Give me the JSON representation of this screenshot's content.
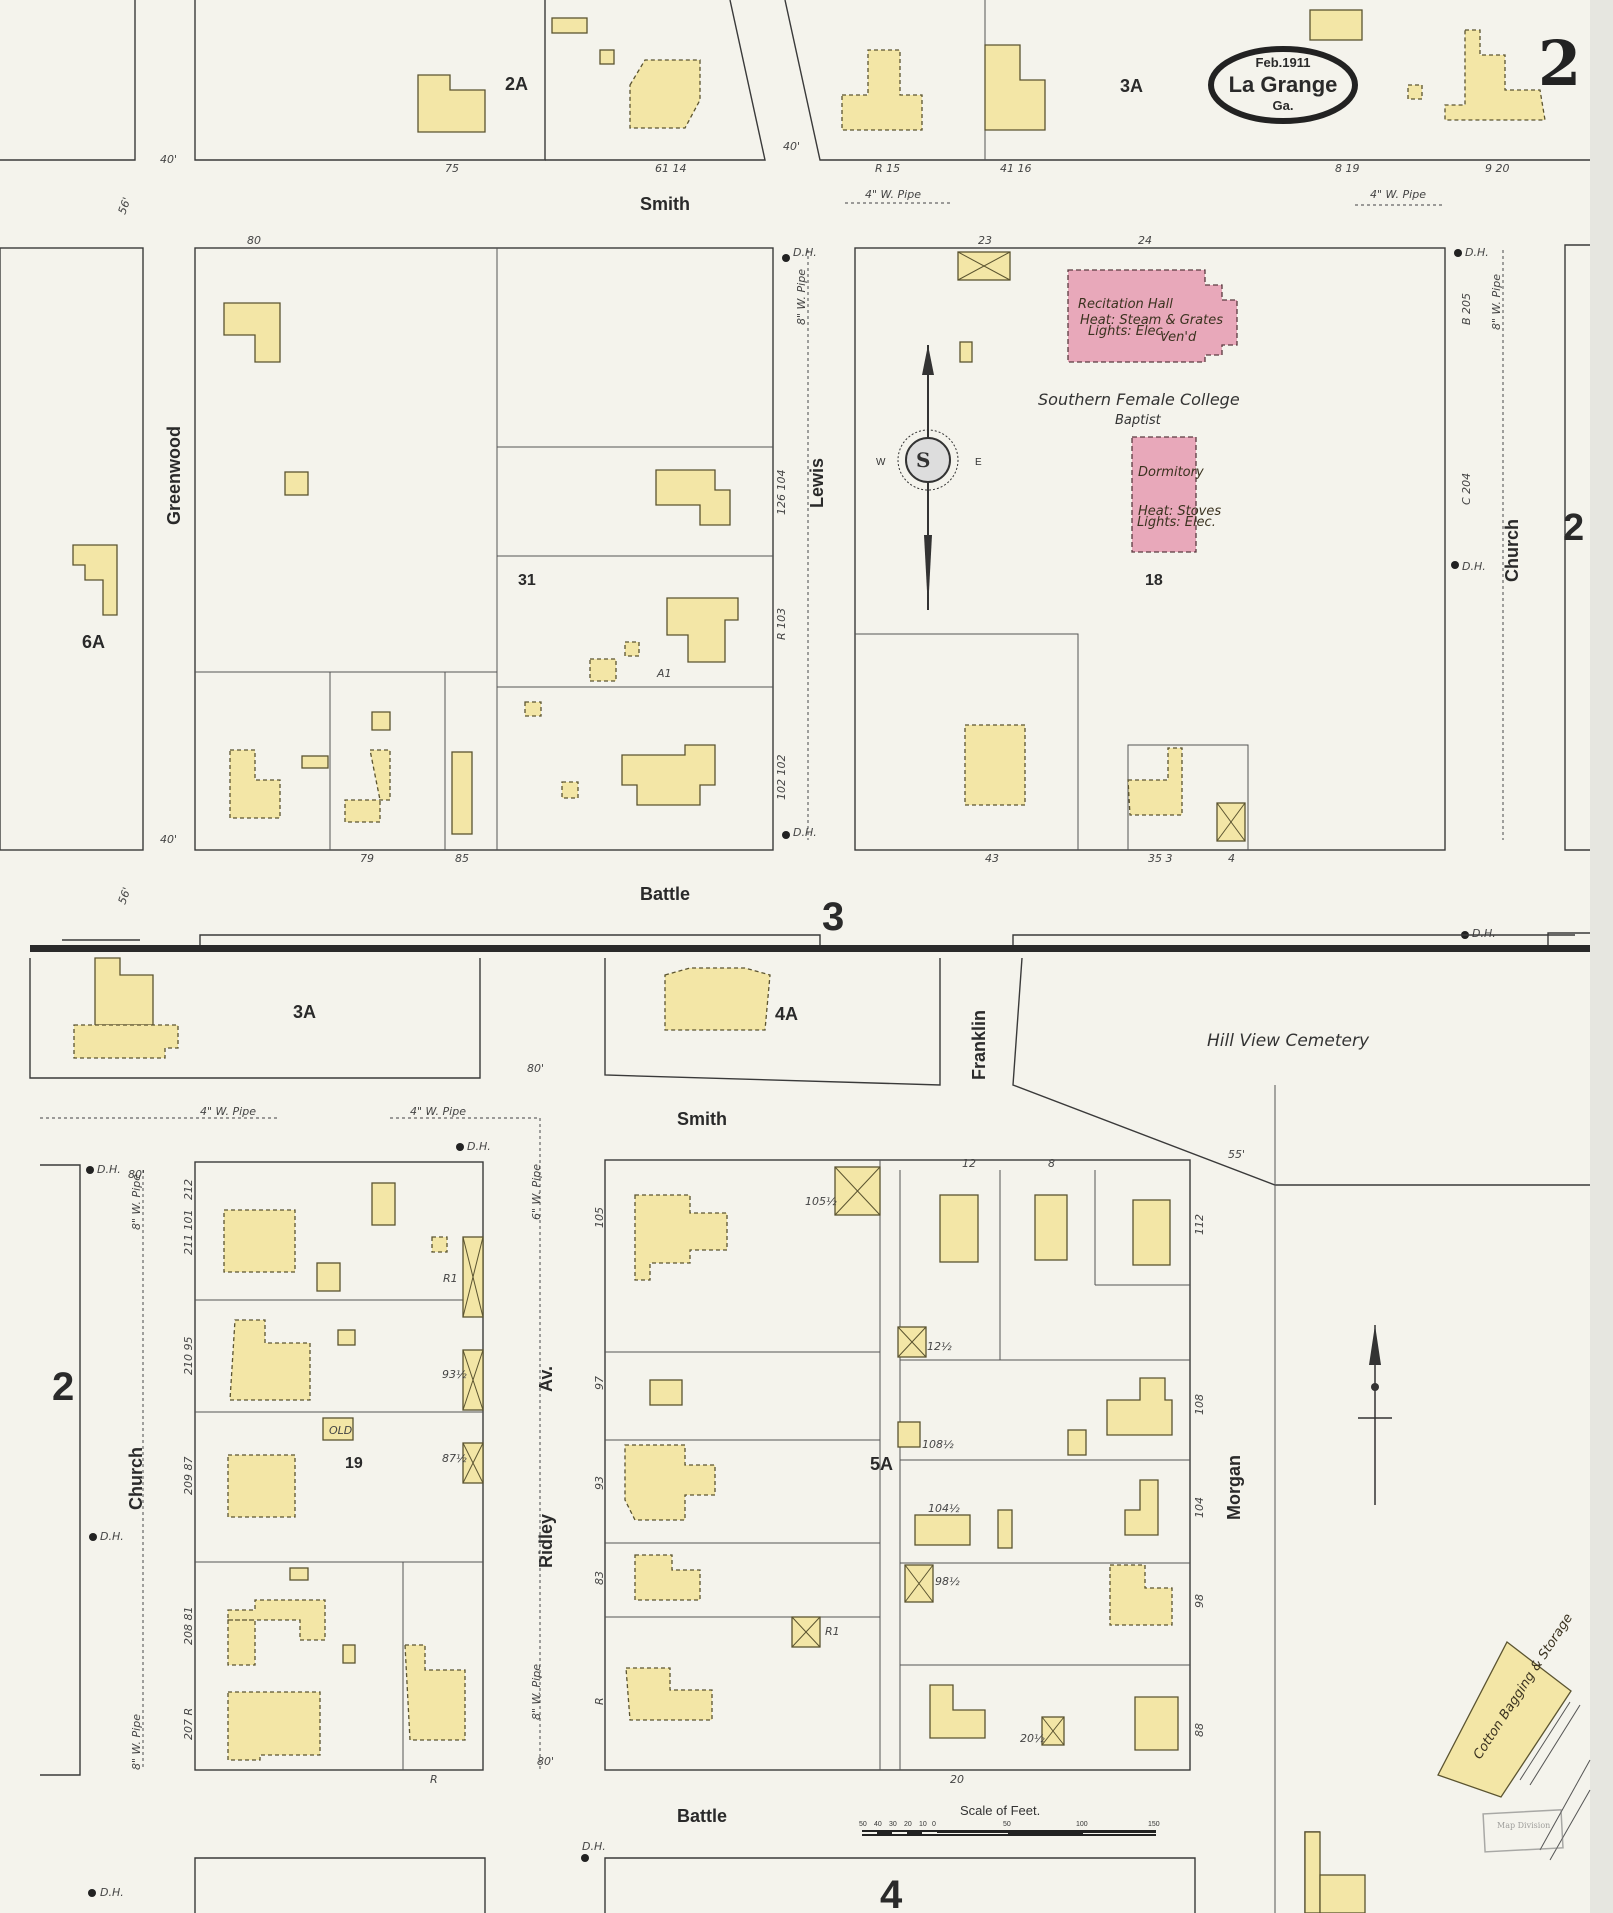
{
  "map": {
    "title_badge": {
      "date": "Feb.1911",
      "city": "La Grange",
      "state": "Ga."
    },
    "sheet_number": "2",
    "upper_section_number": "3",
    "lower_section_number": "4",
    "adjacent_sheets": {
      "top_left": "2A",
      "top_right": "3A",
      "left": "6A",
      "right_upper": "2",
      "lower_top_left": "3A",
      "lower_top_mid": "4A",
      "lower_mid": "5A",
      "lower_left": "2"
    },
    "blocks": {
      "upper_left": "31",
      "upper_right": "18",
      "lower_left": "19"
    },
    "streets": {
      "smith_upper": "Smith",
      "smith_lower": "Smith",
      "battle_upper": "Battle",
      "battle_lower": "Battle",
      "greenwood": "Greenwood",
      "lewis": "Lewis",
      "church_upper": "Church",
      "church_lower": "Church",
      "ridley": "Ridley",
      "av": "Av.",
      "franklin": "Franklin",
      "morgan": "Morgan"
    },
    "institutions": {
      "college_name": "Southern Female College",
      "college_denom": "Baptist",
      "recitation_hall": "Recitation Hall",
      "recitation_heat": "Heat: Steam & Grates",
      "recitation_lights": "Lights: Elec.",
      "recitation_vent": "Ven'd",
      "dormitory": "Dormitory",
      "dormitory_heat": "Heat: Stoves",
      "dormitory_lights": "Lights: Elec.",
      "cemetery": "Hill View Cemetery",
      "cotton": "Cotton Bagging & Storage"
    },
    "pipes": {
      "smith_upper_left": "4\" W. Pipe",
      "smith_upper_right": "4\" W. Pipe",
      "lewis": "8\" W. Pipe",
      "church_upper": "8\" W. Pipe",
      "church_lower_upper": "8\" W. Pipe",
      "church_lower_lower": "8\" W. Pipe",
      "smith_lower_left": "4\" W. Pipe",
      "smith_lower_right": "4\" W. Pipe",
      "ridley_upper": "6\" W. Pipe",
      "ridley_lower": "8\" W. Pipe"
    },
    "street_widths": [
      "40'",
      "56'",
      "40'",
      "40'",
      "55'",
      "56'",
      "80'",
      "80'",
      "80'",
      "55'",
      "56'",
      "56'",
      "55'"
    ],
    "hydrant_label": "D.H.",
    "scale": {
      "title": "Scale of Feet.",
      "ticks": [
        "50",
        "40",
        "30",
        "20",
        "10",
        "0",
        "50",
        "100",
        "150"
      ]
    },
    "house_numbers": {
      "smith_top": [
        "75",
        "61 14",
        "R 15",
        "41 16",
        "8 19",
        "9 20"
      ],
      "lot_23": "23",
      "lot_24": "24",
      "lot_80": "80",
      "lewis": [
        "126 104",
        "R 103",
        "102 102"
      ],
      "church_upper": [
        "B 205",
        "C 204"
      ],
      "battle_upper": [
        "79",
        "85",
        "43",
        "35 3",
        "4"
      ],
      "church_lower": [
        "212",
        "211 101",
        "210 95",
        "209 87",
        "208 81",
        "207 R"
      ],
      "ridley": [
        "105",
        "97",
        "93",
        "83",
        "R"
      ],
      "lot_labels": [
        "105½",
        "12½",
        "108½",
        "104½",
        "98½",
        "20½",
        "R1",
        "R1",
        "93½",
        "87½",
        "A1",
        "R1"
      ],
      "morgan": [
        "112",
        "108",
        "104",
        "98",
        "88"
      ],
      "lower_top": [
        "12",
        "8"
      ],
      "lower_bottom": [
        "20",
        "R"
      ]
    },
    "stamp": "Map Division"
  }
}
